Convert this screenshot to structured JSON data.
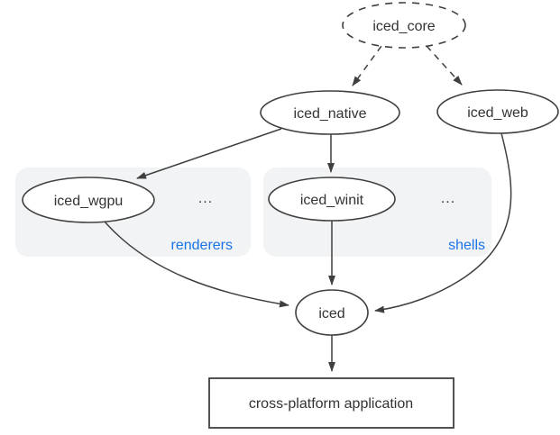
{
  "diagram": {
    "description": "iced crate ecosystem dependency graph",
    "nodes": {
      "iced_core": {
        "label": "iced_core",
        "shape": "ellipse-dashed"
      },
      "iced_native": {
        "label": "iced_native",
        "shape": "ellipse"
      },
      "iced_web": {
        "label": "iced_web",
        "shape": "ellipse"
      },
      "iced_wgpu": {
        "label": "iced_wgpu",
        "shape": "ellipse"
      },
      "iced_winit": {
        "label": "iced_winit",
        "shape": "ellipse"
      },
      "iced": {
        "label": "iced",
        "shape": "ellipse"
      },
      "application": {
        "label": "cross-platform application",
        "shape": "rect"
      }
    },
    "groups": {
      "renderers": {
        "label": "renderers",
        "ellipsis": "...",
        "members": [
          "iced_wgpu"
        ]
      },
      "shells": {
        "label": "shells",
        "ellipsis": "...",
        "members": [
          "iced_winit"
        ]
      }
    },
    "edges": [
      {
        "from": "iced_core",
        "to": "iced_native",
        "style": "dashed"
      },
      {
        "from": "iced_core",
        "to": "iced_web",
        "style": "dashed"
      },
      {
        "from": "iced_native",
        "to": "iced_wgpu",
        "style": "solid"
      },
      {
        "from": "iced_native",
        "to": "iced_winit",
        "style": "solid"
      },
      {
        "from": "iced_wgpu",
        "to": "iced",
        "style": "solid"
      },
      {
        "from": "iced_winit",
        "to": "iced",
        "style": "solid"
      },
      {
        "from": "iced_web",
        "to": "iced",
        "style": "solid"
      },
      {
        "from": "iced",
        "to": "application",
        "style": "solid"
      }
    ],
    "colors": {
      "stroke": "#3f3f3f",
      "text": "#333333",
      "accent_blue": "#1a73e8",
      "group_fill": "#f1f3f4",
      "node_fill": "#ffffff",
      "background": "#ffffff"
    }
  }
}
